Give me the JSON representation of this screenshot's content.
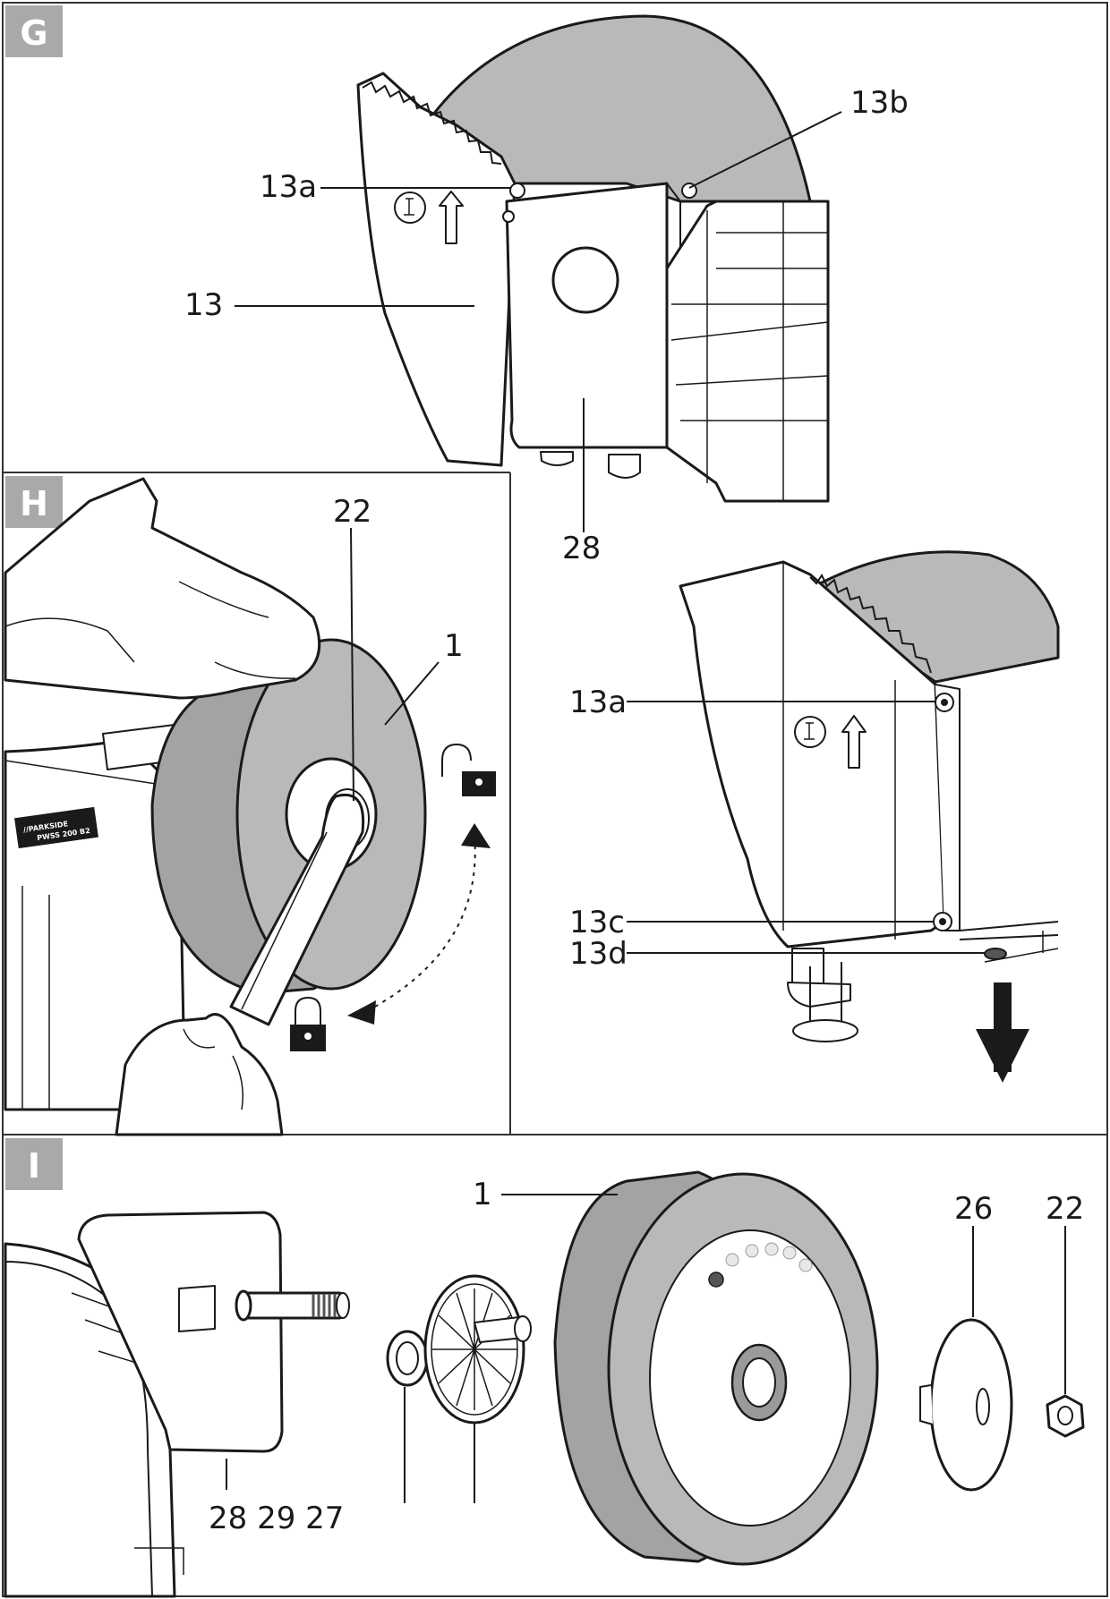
{
  "colors": {
    "badge": "#a9a9a9",
    "wheel": "#b9b9b9",
    "line": "#1a1a1a",
    "frame": "#333333"
  },
  "panels": {
    "G": {
      "badge": "G",
      "labels": {
        "l13a": "13a",
        "l13b": "13b",
        "l13": "13",
        "l28": "28"
      }
    },
    "H": {
      "badge": "H",
      "labels": {
        "l22": "22",
        "l1": "1"
      },
      "brand_plate": "//PARKSIDE",
      "model_plate": "PWSS 200 B2",
      "icons": [
        "unlock-icon",
        "lock-icon",
        "rotate-arrow-icon"
      ]
    },
    "G2": {
      "labels": {
        "l13a": "13a",
        "l13c": "13c",
        "l13d": "13d"
      },
      "icons": [
        "down-arrow-icon"
      ]
    },
    "I": {
      "badge": "I",
      "labels": {
        "l1": "1",
        "l26": "26",
        "l22": "22",
        "l282927": "28 29 27"
      }
    }
  }
}
